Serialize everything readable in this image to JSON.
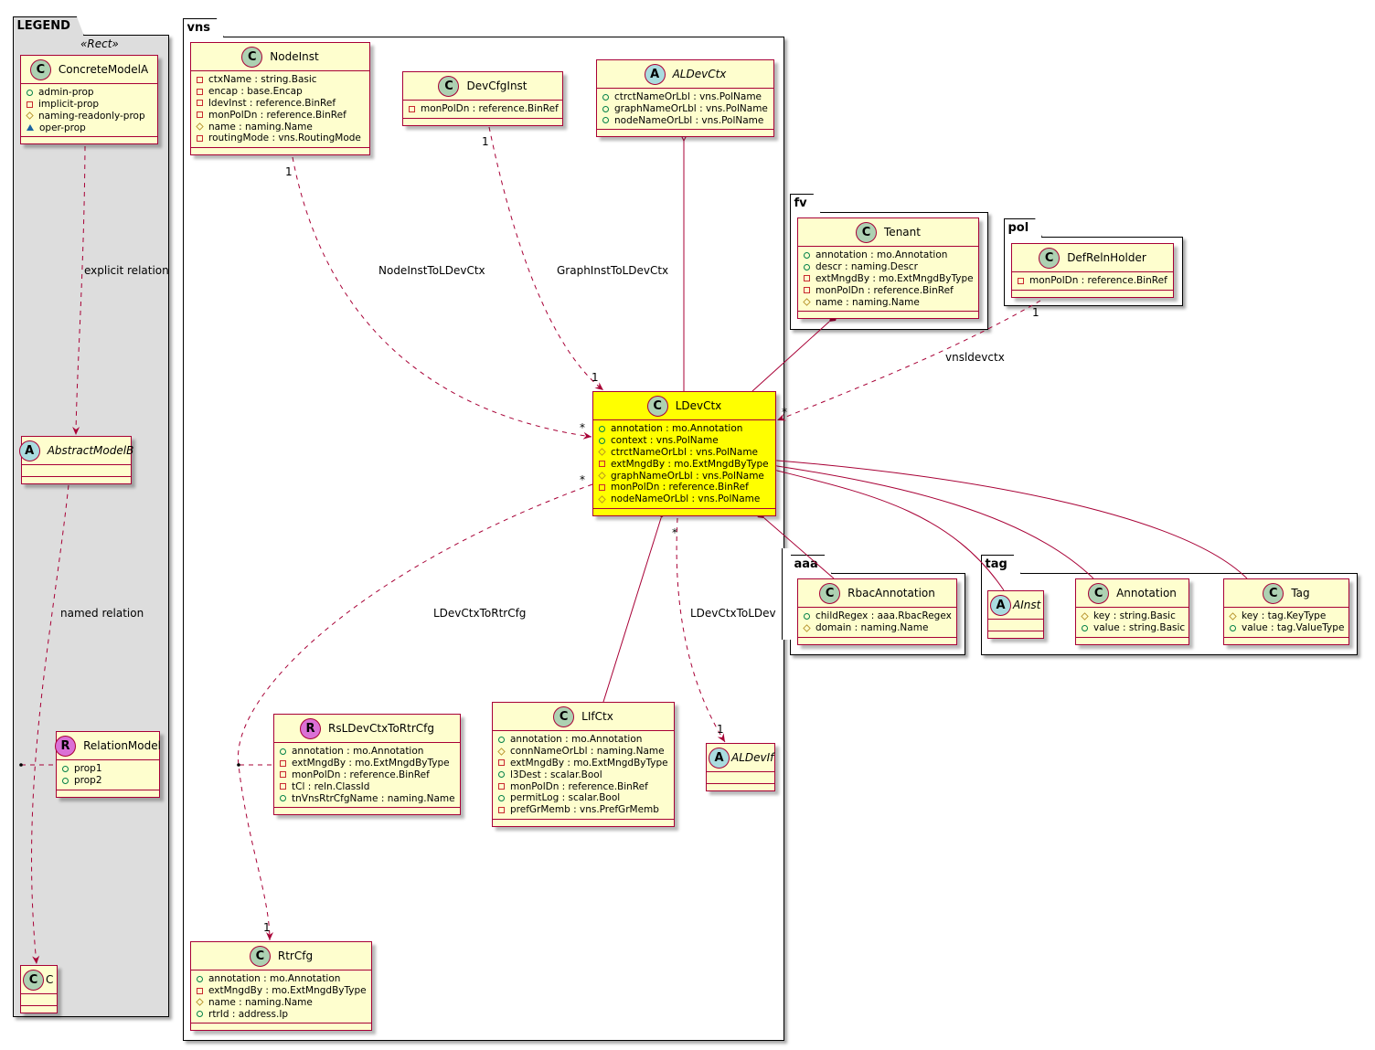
{
  "packages": {
    "legend": "LEGEND",
    "vns": "vns",
    "fv": "fv",
    "pol": "pol",
    "aaa": "aaa",
    "tag": "tag"
  },
  "legend_stereotype": "«Rect»",
  "colors": {
    "border": "#A80036",
    "class_bg": "#FEFECE",
    "highlight_bg": "#FFFF00",
    "legend_bg": "#DDDDDD",
    "icon_class": "#ADD1B2",
    "icon_abstract": "#A9DCDF",
    "icon_relation": "#DA70D6"
  },
  "classes": {
    "ConcreteModelA": {
      "name": "ConcreteModelA",
      "kind": "C",
      "members": [
        {
          "vis": "public",
          "text": "admin-prop"
        },
        {
          "vis": "private",
          "text": "implicit-prop"
        },
        {
          "vis": "protected",
          "text": "naming-readonly-prop"
        },
        {
          "vis": "package",
          "text": "oper-prop"
        }
      ]
    },
    "AbstractModelB": {
      "name": "AbstractModelB",
      "kind": "A",
      "members": []
    },
    "RelationModel": {
      "name": "RelationModel",
      "kind": "R",
      "members": [
        {
          "vis": "public",
          "text": "prop1"
        },
        {
          "vis": "public",
          "text": "prop2"
        }
      ]
    },
    "C": {
      "name": "C",
      "kind": "C",
      "members": []
    },
    "NodeInst": {
      "name": "NodeInst",
      "kind": "C",
      "members": [
        {
          "vis": "private",
          "text": "ctxName : string.Basic"
        },
        {
          "vis": "private",
          "text": "encap : base.Encap"
        },
        {
          "vis": "private",
          "text": "ldevInst : reference.BinRef"
        },
        {
          "vis": "private",
          "text": "monPolDn : reference.BinRef"
        },
        {
          "vis": "protected",
          "text": "name : naming.Name"
        },
        {
          "vis": "private",
          "text": "routingMode : vns.RoutingMode"
        }
      ]
    },
    "DevCfgInst": {
      "name": "DevCfgInst",
      "kind": "C",
      "members": [
        {
          "vis": "private",
          "text": "monPolDn : reference.BinRef"
        }
      ]
    },
    "ALDevCtx": {
      "name": "ALDevCtx",
      "kind": "A",
      "members": [
        {
          "vis": "public",
          "text": "ctrctNameOrLbl : vns.PolName"
        },
        {
          "vis": "public",
          "text": "graphNameOrLbl : vns.PolName"
        },
        {
          "vis": "public",
          "text": "nodeNameOrLbl : vns.PolName"
        }
      ]
    },
    "LDevCtx": {
      "name": "LDevCtx",
      "kind": "C",
      "members": [
        {
          "vis": "public",
          "text": "annotation : mo.Annotation"
        },
        {
          "vis": "public",
          "text": "context : vns.PolName"
        },
        {
          "vis": "protected",
          "text": "ctrctNameOrLbl : vns.PolName"
        },
        {
          "vis": "private",
          "text": "extMngdBy : mo.ExtMngdByType"
        },
        {
          "vis": "protected",
          "text": "graphNameOrLbl : vns.PolName"
        },
        {
          "vis": "private",
          "text": "monPolDn : reference.BinRef"
        },
        {
          "vis": "protected",
          "text": "nodeNameOrLbl : vns.PolName"
        }
      ]
    },
    "RsLDevCtxToRtrCfg": {
      "name": "RsLDevCtxToRtrCfg",
      "kind": "R",
      "members": [
        {
          "vis": "public",
          "text": "annotation : mo.Annotation"
        },
        {
          "vis": "private",
          "text": "extMngdBy : mo.ExtMngdByType"
        },
        {
          "vis": "private",
          "text": "monPolDn : reference.BinRef"
        },
        {
          "vis": "private",
          "text": "tCl : reln.ClassId"
        },
        {
          "vis": "public",
          "text": "tnVnsRtrCfgName : naming.Name"
        }
      ]
    },
    "LIfCtx": {
      "name": "LIfCtx",
      "kind": "C",
      "members": [
        {
          "vis": "public",
          "text": "annotation : mo.Annotation"
        },
        {
          "vis": "protected",
          "text": "connNameOrLbl : naming.Name"
        },
        {
          "vis": "private",
          "text": "extMngdBy : mo.ExtMngdByType"
        },
        {
          "vis": "public",
          "text": "l3Dest : scalar.Bool"
        },
        {
          "vis": "private",
          "text": "monPolDn : reference.BinRef"
        },
        {
          "vis": "public",
          "text": "permitLog : scalar.Bool"
        },
        {
          "vis": "private",
          "text": "prefGrMemb : vns.PrefGrMemb"
        }
      ]
    },
    "ALDevIf": {
      "name": "ALDevIf",
      "kind": "A",
      "members": []
    },
    "RtrCfg": {
      "name": "RtrCfg",
      "kind": "C",
      "members": [
        {
          "vis": "public",
          "text": "annotation : mo.Annotation"
        },
        {
          "vis": "private",
          "text": "extMngdBy : mo.ExtMngdByType"
        },
        {
          "vis": "protected",
          "text": "name : naming.Name"
        },
        {
          "vis": "public",
          "text": "rtrId : address.Ip"
        }
      ]
    },
    "Tenant": {
      "name": "Tenant",
      "kind": "C",
      "members": [
        {
          "vis": "public",
          "text": "annotation : mo.Annotation"
        },
        {
          "vis": "public",
          "text": "descr : naming.Descr"
        },
        {
          "vis": "private",
          "text": "extMngdBy : mo.ExtMngdByType"
        },
        {
          "vis": "private",
          "text": "monPolDn : reference.BinRef"
        },
        {
          "vis": "protected",
          "text": "name : naming.Name"
        }
      ]
    },
    "DefRelnHolder": {
      "name": "DefRelnHolder",
      "kind": "C",
      "members": [
        {
          "vis": "private",
          "text": "monPolDn : reference.BinRef"
        }
      ]
    },
    "RbacAnnotation": {
      "name": "RbacAnnotation",
      "kind": "C",
      "members": [
        {
          "vis": "public",
          "text": "childRegex : aaa.RbacRegex"
        },
        {
          "vis": "protected",
          "text": "domain : naming.Name"
        }
      ]
    },
    "AInst": {
      "name": "AInst",
      "kind": "A",
      "members": []
    },
    "Annotation": {
      "name": "Annotation",
      "kind": "C",
      "members": [
        {
          "vis": "protected",
          "text": "key : string.Basic"
        },
        {
          "vis": "public",
          "text": "value : string.Basic"
        }
      ]
    },
    "Tag": {
      "name": "Tag",
      "kind": "C",
      "members": [
        {
          "vis": "protected",
          "text": "key : tag.KeyType"
        },
        {
          "vis": "public",
          "text": "value : tag.ValueType"
        }
      ]
    }
  },
  "relations": {
    "explicit": {
      "label": "explicit relation"
    },
    "named": {
      "label": "named relation"
    },
    "nodeInst": {
      "label": "NodeInstToLDevCtx",
      "from": "1",
      "to": "*"
    },
    "graphInst": {
      "label": "GraphInstToLDevCtx",
      "from": "1",
      "to": "1"
    },
    "vnsldevctx": {
      "label": "vnsldevctx",
      "from": "1",
      "to": "*"
    },
    "rtrCfg": {
      "label": "LDevCtxToRtrCfg",
      "from": "*",
      "to": "1"
    },
    "ldevIf": {
      "label": "LDevCtxToLDev",
      "from": "*",
      "to": "1"
    }
  }
}
